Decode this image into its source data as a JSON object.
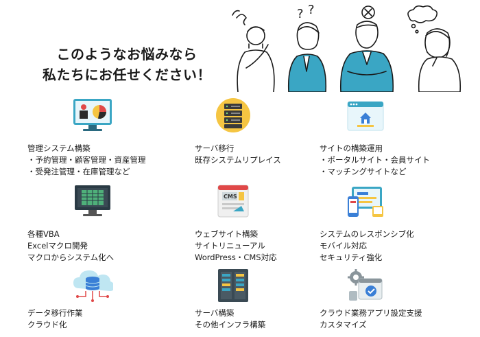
{
  "headline": {
    "line1": "このようなお悩みなら",
    "line2": "私たちにお任せください！"
  },
  "services": [
    {
      "icon": "monitor-chart-icon",
      "lines": [
        "管理システム構築",
        "・予約管理・顧客管理・資産管理",
        "・受発注管理・在庫管理など"
      ]
    },
    {
      "icon": "server-rack-icon",
      "lines": [
        "サーバ移行",
        "既存システムリプレイス"
      ]
    },
    {
      "icon": "browser-home-icon",
      "lines": [
        "サイトの構築運用",
        "・ポータルサイト・会員サイト",
        "・マッチングサイトなど"
      ]
    },
    {
      "icon": "spreadsheet-monitor-icon",
      "lines": [
        "各種VBA",
        "Excelマクロ開発",
        "マクロからシステム化へ"
      ]
    },
    {
      "icon": "cms-window-icon",
      "lines": [
        "ウェブサイト構築",
        "サイトリニューアル",
        "WordPress・CMS対応"
      ]
    },
    {
      "icon": "responsive-devices-icon",
      "lines": [
        "システムのレスポンシブ化",
        "モバイル対応",
        "セキュリティ強化"
      ]
    },
    {
      "icon": "cloud-database-icon",
      "lines": [
        "データ移行作業",
        "クラウド化"
      ]
    },
    {
      "icon": "server-panels-icon",
      "lines": [
        "サーバ構築",
        "その他インフラ構築"
      ]
    },
    {
      "icon": "cloud-settings-icon",
      "lines": [
        "クラウド業務アプリ設定支援",
        "カスタマイズ"
      ]
    }
  ],
  "colors": {
    "accent_teal": "#3aa6c4",
    "accent_yellow": "#f5c542",
    "text": "#1a1a1a"
  }
}
